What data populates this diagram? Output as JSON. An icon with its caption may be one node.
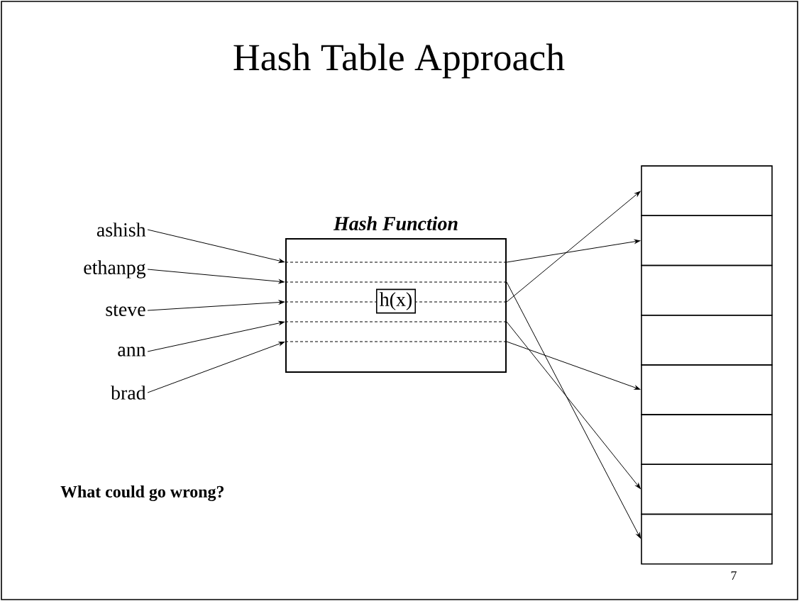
{
  "diagram": {
    "title": "Hash Table Approach",
    "nodes": [
      {
        "text": [
          "ashish"
        ]
      },
      {
        "text": [
          "ethanpg"
        ]
      },
      {
        "text": [
          "steve"
        ]
      },
      {
        "text": [
          "ann"
        ]
      },
      {
        "text": [
          "brad"
        ]
      },
      {
        "text": [
          "Hash Function"
        ]
      },
      {
        "text": [
          "h(x)"
        ],
        "in": 5
      },
      {
        "text": [],
        "shape": "box"
      },
      {
        "text": [],
        "shape": "box"
      },
      {
        "text": [],
        "shape": "box"
      },
      {
        "text": [],
        "shape": "box"
      },
      {
        "text": [],
        "shape": "box"
      },
      {
        "text": [],
        "shape": "box"
      },
      {
        "text": [],
        "shape": "box"
      },
      {
        "text": [],
        "shape": "box"
      }
    ],
    "edges": [
      {
        "from": 0,
        "to": 5,
        "arrow": "to"
      },
      {
        "from": 1,
        "to": 5,
        "arrow": "to"
      },
      {
        "from": 2,
        "to": 5,
        "arrow": "to"
      },
      {
        "from": 3,
        "to": 5,
        "arrow": "to"
      },
      {
        "from": 4,
        "to": 5,
        "arrow": "to"
      },
      {
        "from": 5,
        "to": 8,
        "arrow": "to"
      },
      {
        "from": 5,
        "to": 14,
        "arrow": "to"
      },
      {
        "from": 5,
        "to": 7,
        "arrow": "to"
      },
      {
        "from": 5,
        "to": 13,
        "arrow": "to"
      },
      {
        "from": 5,
        "to": 11,
        "arrow": "to"
      }
    ],
    "labels": [
      "What could go wrong?",
      "7"
    ]
  }
}
